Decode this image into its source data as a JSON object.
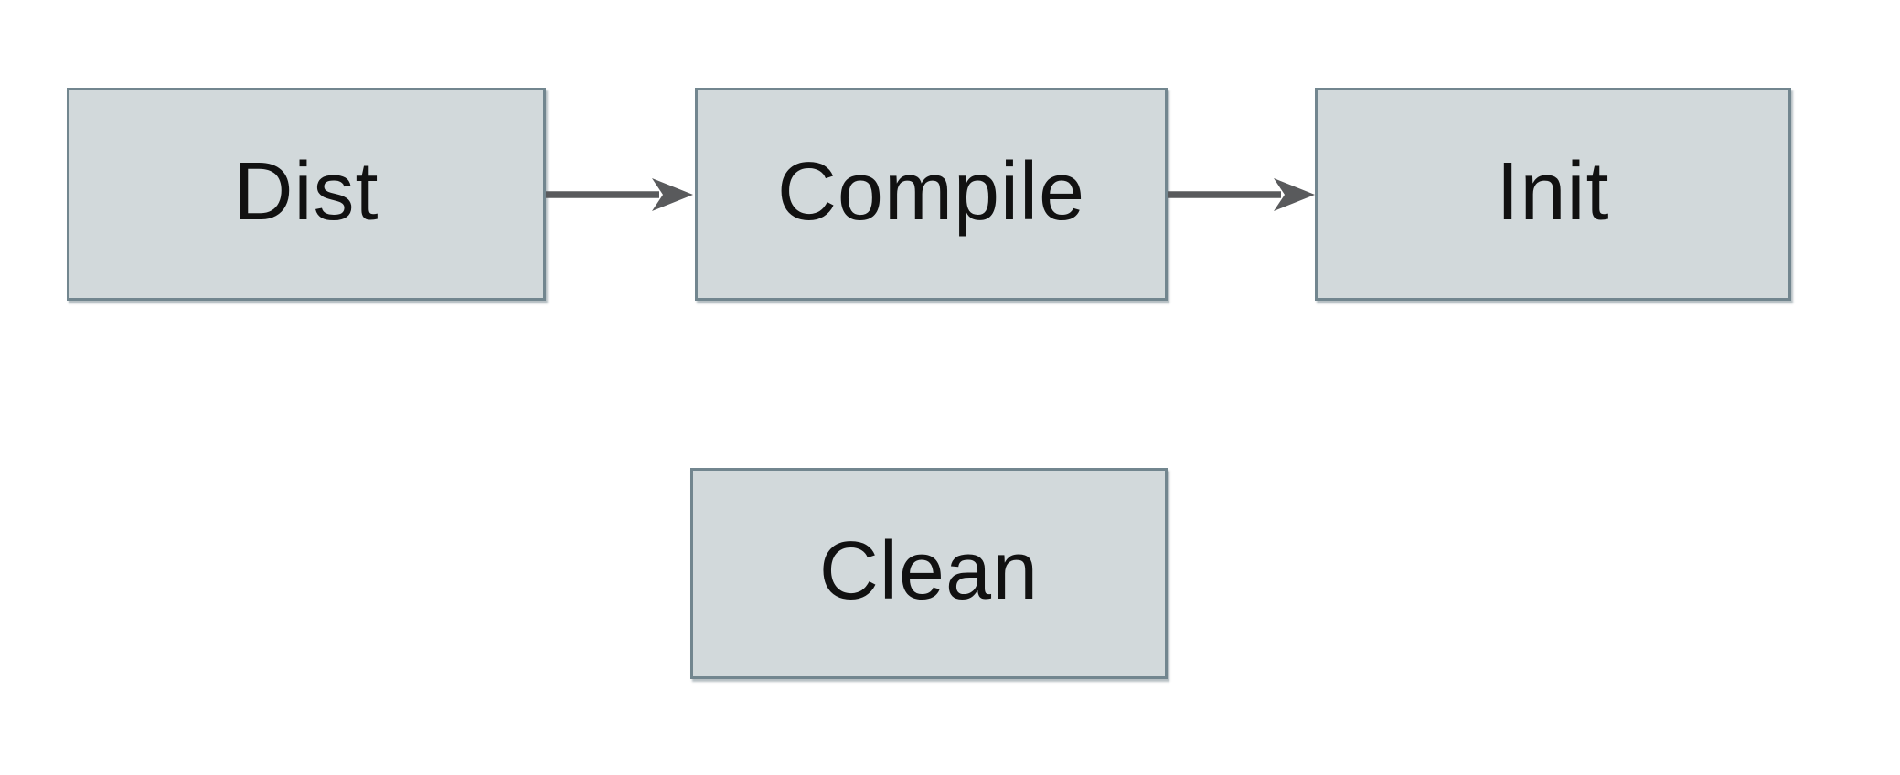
{
  "diagram": {
    "title": "",
    "nodes": [
      {
        "id": "dist",
        "label": "Dist"
      },
      {
        "id": "compile",
        "label": "Compile"
      },
      {
        "id": "init",
        "label": "Init"
      },
      {
        "id": "clean",
        "label": "Clean"
      }
    ],
    "edges": [
      {
        "from": "Dist",
        "to": "Compile",
        "direction": "right"
      },
      {
        "from": "Compile",
        "to": "Init",
        "direction": "right"
      }
    ],
    "colors": {
      "node_fill": "#d2d9db",
      "node_border": "#72868f",
      "arrow": "#595a5c",
      "text": "#111111",
      "background": "#ffffff"
    }
  }
}
